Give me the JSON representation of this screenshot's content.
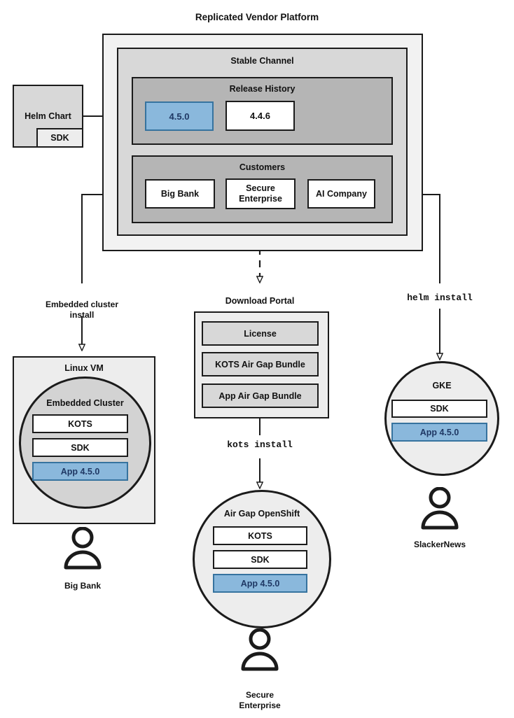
{
  "diagram": {
    "title": "Replicated Vendor Platform",
    "source": {
      "helm_chart_label": "Helm Chart",
      "sdk_label": "SDK"
    },
    "platform": {
      "channel_label": "Stable Channel",
      "release_history": {
        "label": "Release History",
        "releases": [
          {
            "version": "4.5.0",
            "state": "current"
          },
          {
            "version": "4.4.6",
            "state": "previous"
          }
        ]
      },
      "customers": {
        "label": "Customers",
        "items": [
          {
            "name": "Big Bank"
          },
          {
            "name": "Secure\nEnterprise"
          },
          {
            "name": "AI Company"
          }
        ]
      }
    },
    "edges": [
      {
        "label": "Embedded cluster\ninstall",
        "style": "solid"
      },
      {
        "label": "helm install",
        "style": "solid",
        "mono": true
      },
      {
        "label": "kots install",
        "style": "solid",
        "mono": true
      }
    ],
    "targets": {
      "linux_vm": {
        "title": "Linux VM",
        "cluster_title": "Embedded Cluster",
        "components": [
          "KOTS",
          "SDK"
        ],
        "app": "App 4.5.0",
        "user": "Big Bank"
      },
      "download_portal": {
        "title": "Download Portal",
        "artifacts": [
          "License",
          "KOTS Air Gap Bundle",
          "App Air Gap Bundle"
        ]
      },
      "airgap_openshift": {
        "title": "Air Gap OpenShift",
        "components": [
          "KOTS",
          "SDK"
        ],
        "app": "App 4.5.0",
        "user": "Secure\nEnterprise"
      },
      "gke": {
        "title": "GKE",
        "components": [
          "SDK"
        ],
        "app": "App 4.5.0",
        "user": "SlackerNews"
      }
    },
    "colors": {
      "accent_blue_fill": "#8ab8dc",
      "accent_blue_border": "#36739f",
      "accent_blue_text": "#1f3864",
      "stroke": "#1b1b1b",
      "shade_1": "#f2f2f2",
      "shade_2": "#d8d8d8",
      "shade_3": "#b5b5b5"
    }
  }
}
